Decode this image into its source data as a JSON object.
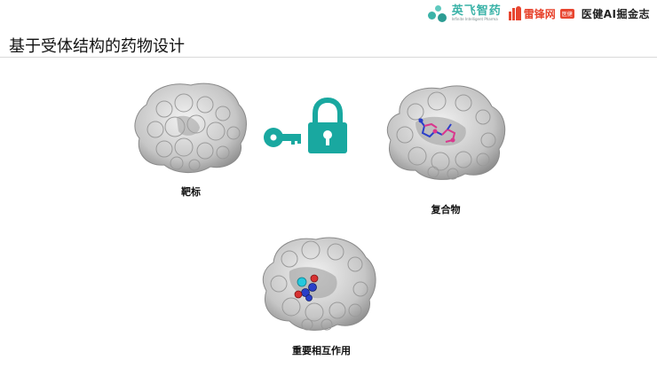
{
  "header": {
    "logos": {
      "logo_a_name": "英飞智药",
      "logo_a_sub": "Infinite Intelligent Pharma",
      "logo_b_name": "雷锋网",
      "logo_b_badge": "医健",
      "logo_c_name": "医健AI掘金志"
    }
  },
  "slide": {
    "title": "基于受体结构的药物设计",
    "captions": {
      "target": "靶标",
      "complex": "复合物",
      "interaction": "重要相互作用"
    }
  },
  "colors": {
    "accent": "#19a8a0",
    "protein_surface": "#c9c9c9",
    "ligand_magenta": "#d9378e",
    "ligand_blue": "#2a3fc9",
    "ligand_red": "#d83232",
    "ligand_cyan": "#25c8dd"
  },
  "icons": {
    "key": "key-icon",
    "lock": "padlock-icon"
  }
}
